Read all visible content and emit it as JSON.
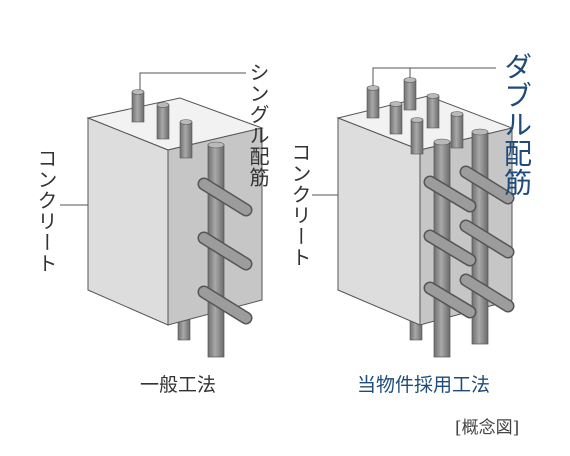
{
  "left_figure": {
    "concrete_label": "コンクリート",
    "rebar_label": "シングル配筋",
    "caption": "一般工法"
  },
  "right_figure": {
    "concrete_label": "コンクリート",
    "rebar_label": "ダブル配筋",
    "caption": "当物件採用工法"
  },
  "note": "[概念図]",
  "colors": {
    "block_front": "#e3e3e3",
    "block_top": "#f1f1f1",
    "block_side": "#c4c4c4",
    "rebar": "#8f8f8f",
    "accent": "#1e4b7a"
  }
}
